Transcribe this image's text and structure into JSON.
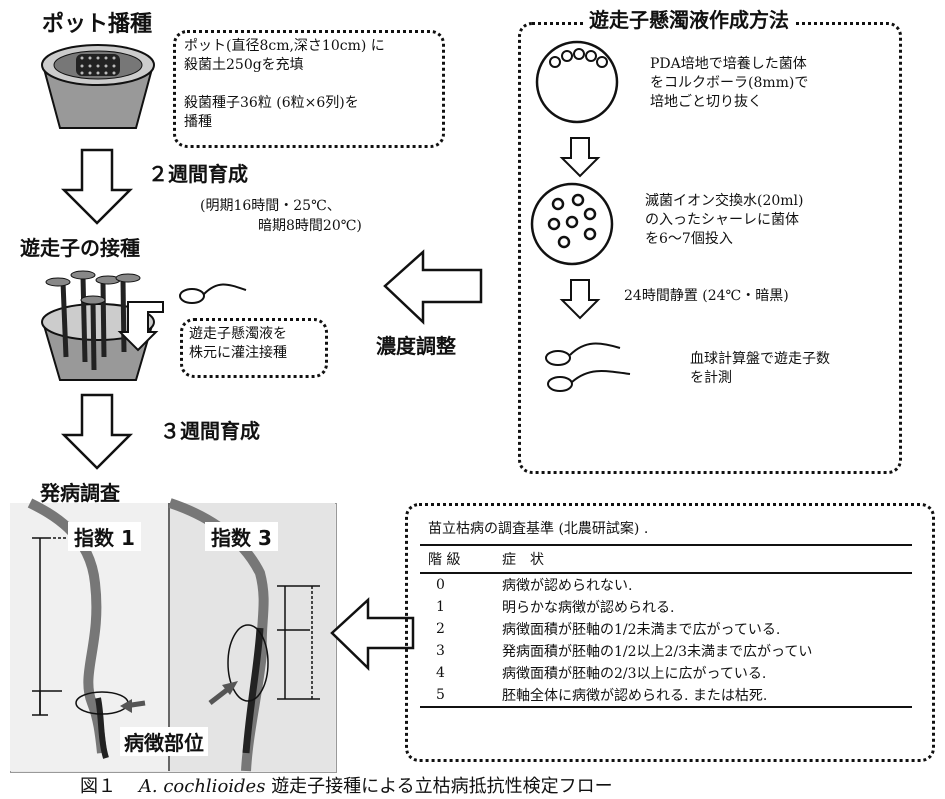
{
  "steps": {
    "sowing_title": "ポット播種",
    "sowing_note": [
      "ポット(直径8cm,深さ10cm) に",
      "殺菌土250gを充填",
      "",
      "殺菌種子36粒 (6粒×6列)を",
      "播種"
    ],
    "grow1_title": "２週間育成",
    "grow1_cond": [
      "(明期16時間・25℃、",
      "暗期8時間20℃)"
    ],
    "inoc_title": "遊走子の接種",
    "inoc_note": [
      "遊走子懸濁液を",
      "株元に灌注接種"
    ],
    "adjust": "濃度調整",
    "grow2_title": "３週間育成",
    "survey_title": "発病調査"
  },
  "prep": {
    "title": "遊走子懸濁液作成方法",
    "step1": [
      "PDA培地で培養した菌体",
      "をコルクボーラ(8mm)で",
      "培地ごと切り抜く"
    ],
    "step2": [
      "滅菌イオン交換水(20ml)",
      "の入ったシャーレに菌体",
      "を6～7個投入"
    ],
    "step3": "24時間静置 (24℃・暗黒)",
    "step4": [
      "血球計算盤で遊走子数",
      "を計測"
    ]
  },
  "photos": {
    "left_label": "指数 1",
    "right_label": "指数 3",
    "lesion_label": "病徴部位"
  },
  "criteria": {
    "title": "苗立枯病の調査基準 (北農研試案) .",
    "headers": [
      "階 級",
      "症　状"
    ],
    "rows": [
      [
        "0",
        "病徴が認められない."
      ],
      [
        "1",
        "明らかな病徴が認められる."
      ],
      [
        "2",
        "病徴面積が胚軸の1/2未満まで広がっている."
      ],
      [
        "3",
        "発病面積が胚軸の1/2以上2/3未満まで広がってい"
      ],
      [
        "4",
        "病徴面積が胚軸の2/3以上に広がっている."
      ],
      [
        "5",
        "胚軸全体に病徴が認められる. または枯死."
      ]
    ]
  },
  "caption": {
    "prefix": "図１",
    "species": "A. cochlioides",
    "rest": "遊走子接種による立枯病抵抗性検定フロー"
  }
}
